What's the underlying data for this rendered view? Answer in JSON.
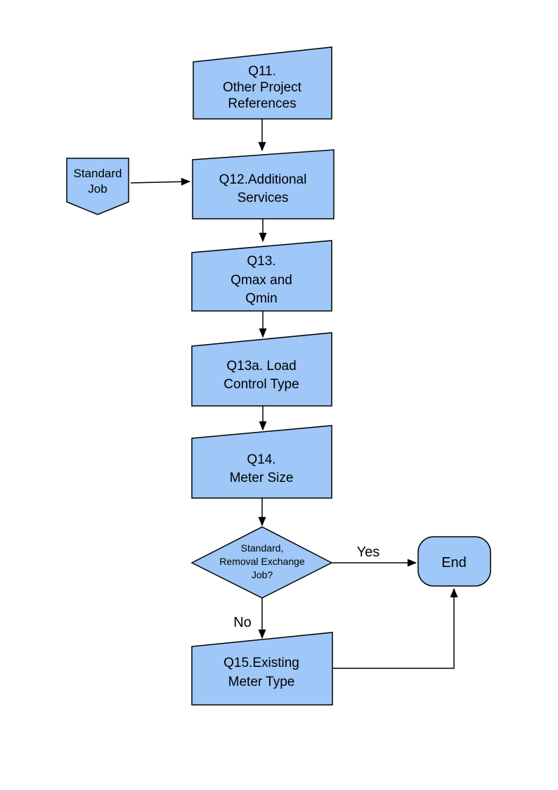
{
  "page": {
    "title": "Questionnaire flowchart",
    "background": "#ffffff"
  },
  "colors": {
    "node_fill": "#9FC7F7",
    "node_border": "#000000",
    "line": "#000000",
    "text": "#000000"
  },
  "nodes": {
    "q11": {
      "lines": [
        "Q11.",
        "Other Project",
        "References"
      ]
    },
    "standard_job": {
      "lines": [
        "Standard",
        "Job"
      ]
    },
    "q12": {
      "lines": [
        "Q12.Additional",
        "Services"
      ]
    },
    "q13": {
      "lines": [
        "Q13.",
        "Qmax and",
        "Qmin"
      ]
    },
    "q13a": {
      "lines": [
        "Q13a. Load",
        "Control Type"
      ]
    },
    "q14": {
      "lines": [
        "Q14.",
        "Meter Size"
      ]
    },
    "decision": {
      "lines": [
        "Standard,",
        "Removal Exchange",
        "Job?"
      ]
    },
    "end": {
      "label": "End"
    },
    "q15": {
      "lines": [
        "Q15.Existing",
        "Meter Type"
      ]
    }
  },
  "labels": {
    "yes": "Yes",
    "no": "No"
  }
}
